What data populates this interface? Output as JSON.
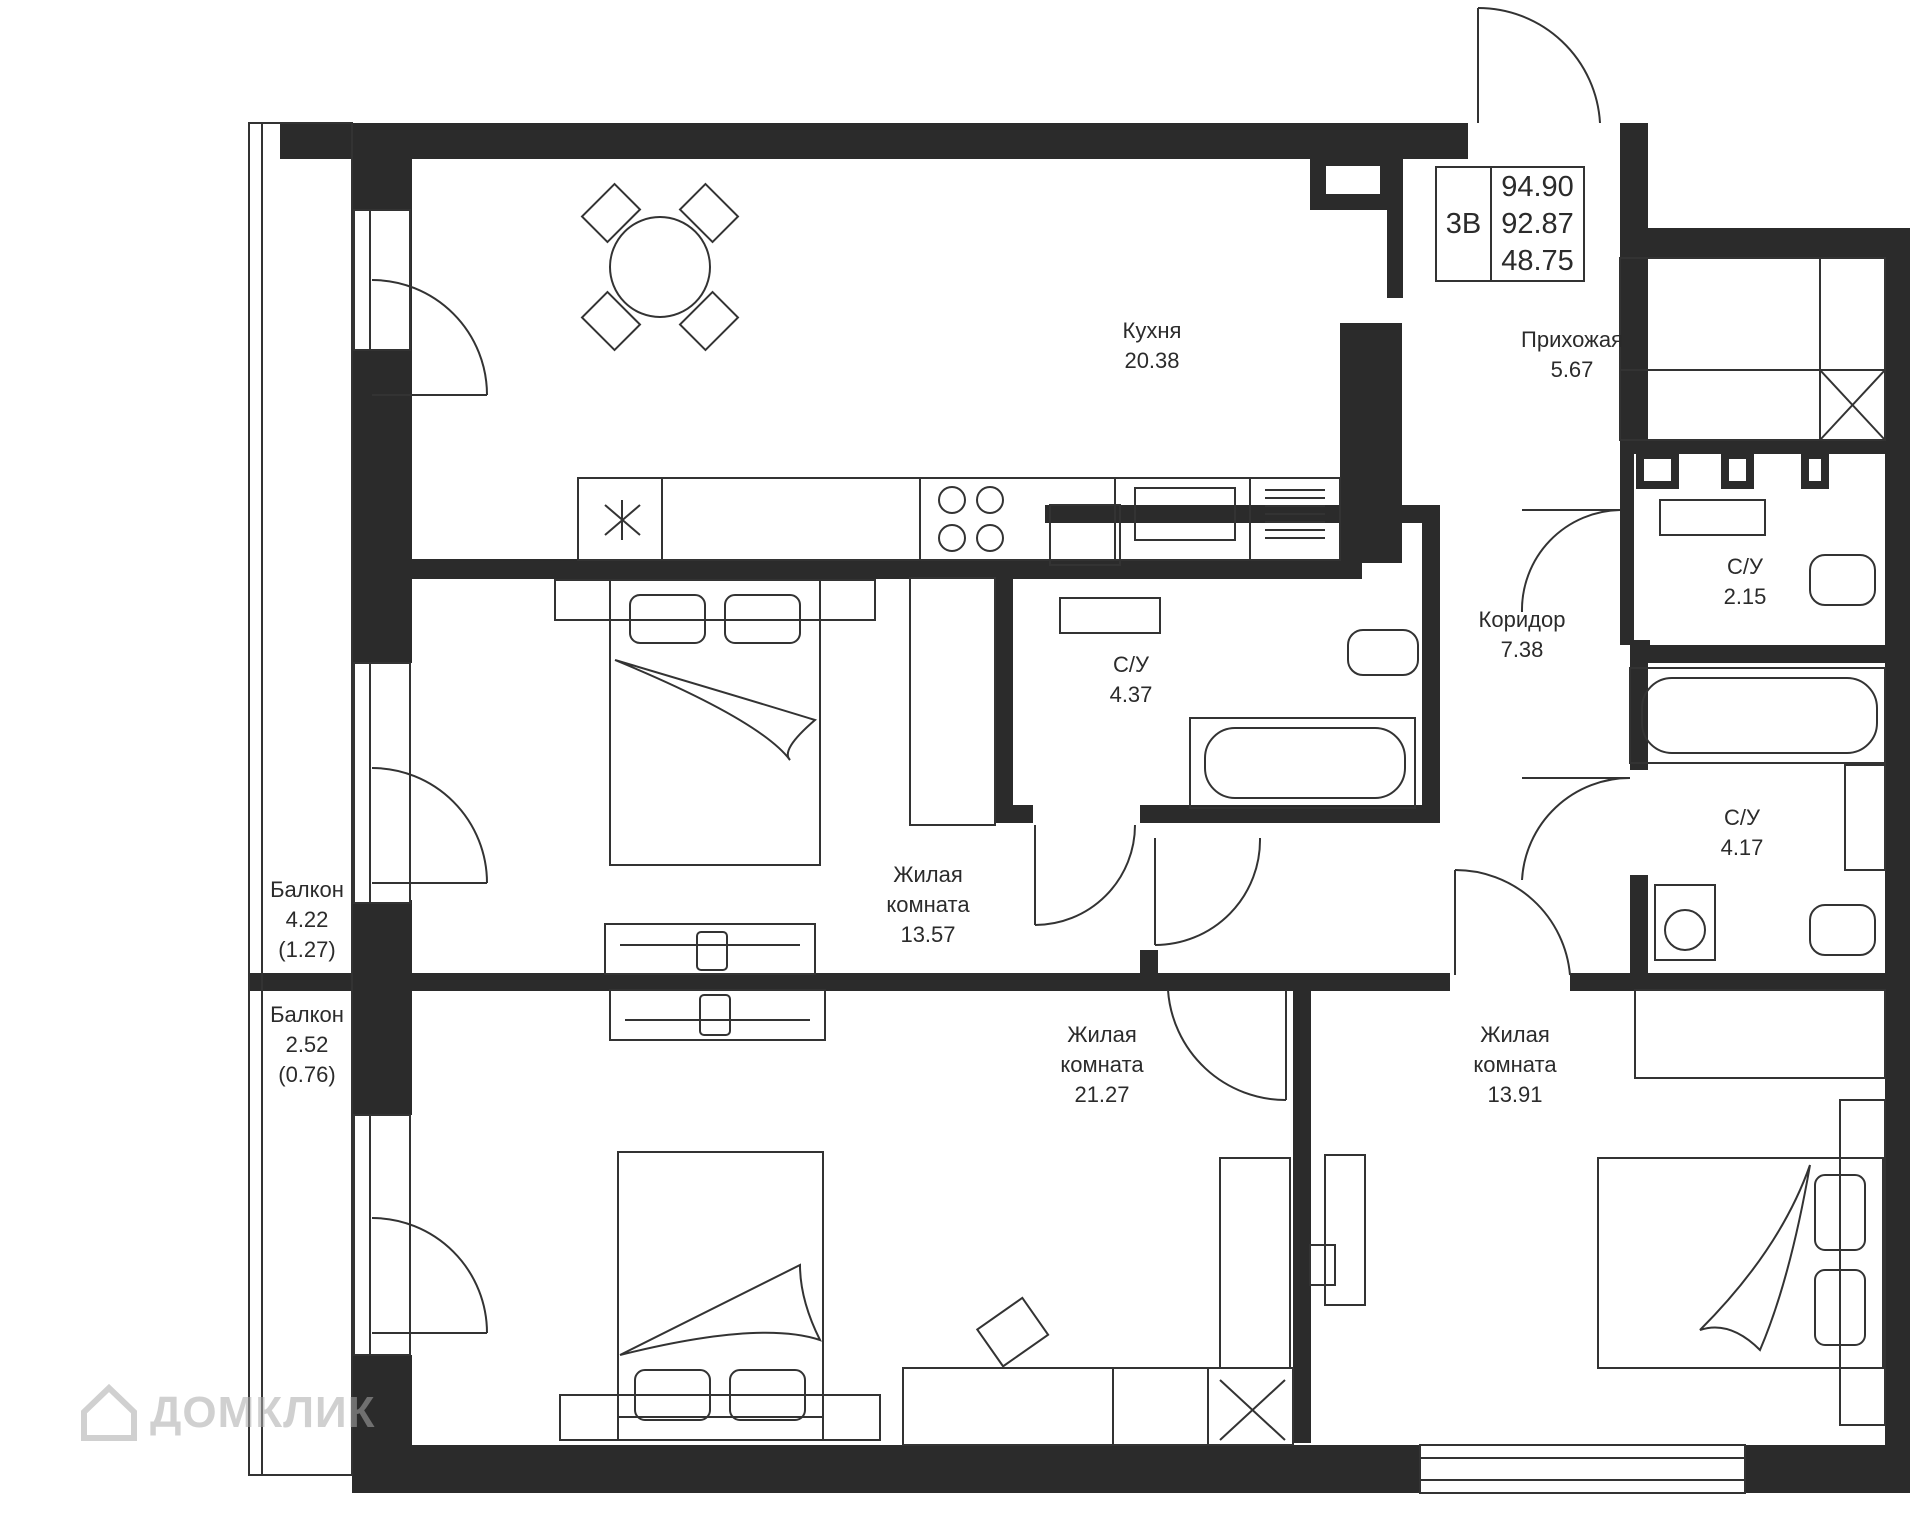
{
  "apartment": {
    "code": "3В",
    "areas": [
      "94.90",
      "92.87",
      "48.75"
    ]
  },
  "rooms": {
    "kitchen": {
      "name": "Кухня",
      "area": "20.38"
    },
    "hall": {
      "name": "Прихожая",
      "area": "5.67"
    },
    "bath_top": {
      "name": "С/У",
      "area": "2.15"
    },
    "corridor": {
      "name": "Коридор",
      "area": "7.38"
    },
    "bath_mid": {
      "name": "С/У",
      "area": "4.37"
    },
    "bath_right": {
      "name": "С/У",
      "area": "4.17"
    },
    "bedroom_1": {
      "name1": "Жилая",
      "name2": "комната",
      "area": "13.57"
    },
    "bedroom_2": {
      "name1": "Жилая",
      "name2": "комната",
      "area": "21.27"
    },
    "bedroom_3": {
      "name1": "Жилая",
      "name2": "комната",
      "area": "13.91"
    },
    "balcony_1": {
      "name": "Балкон",
      "area": "4.22",
      "reduced": "(1.27)"
    },
    "balcony_2": {
      "name": "Балкон",
      "area": "2.52",
      "reduced": "(0.76)"
    }
  },
  "watermark": {
    "text": "ДОМКЛИК"
  },
  "colors": {
    "wall": "#2b2b2b",
    "line": "#333333",
    "background": "#ffffff"
  }
}
